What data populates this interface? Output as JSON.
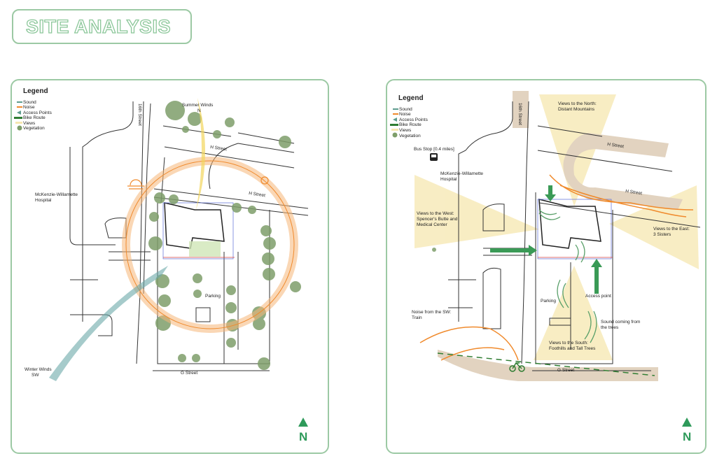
{
  "title": "SITE ANALYSIS",
  "legend": {
    "title": "Legend",
    "items": [
      "Sound",
      "Noise",
      "Access Points",
      "Bike Route",
      "Views",
      "Vegetation"
    ]
  },
  "colors": {
    "sound": "#5e9c8e",
    "noise": "#f08a2c",
    "access": "#3a9a56",
    "bike": "#2f7d32",
    "views": "#f6e7b0",
    "vegetation": "#7e9e6a",
    "street_fill": "#e2d3c0",
    "accent": "#9cc9a4"
  },
  "left_map": {
    "streets": {
      "sixteenth": "16th Street",
      "h_street_1": "H Street",
      "h_street_2": "H Street",
      "g_street": "G Street"
    },
    "hospital": [
      "McKenzie-Willamette",
      "Hospital"
    ],
    "summer_winds": [
      "Summer Winds",
      "N"
    ],
    "winter_winds": [
      "Winter Winds",
      "SW"
    ],
    "parking": "Parking",
    "north": "N"
  },
  "right_map": {
    "streets": {
      "sixteenth": "16th Street",
      "h_street_1": "H Street",
      "h_street_2": "H Street",
      "g_street": "G Street"
    },
    "bus_stop": "Bus Stop [0.4 miles]",
    "hospital": [
      "McKenzie-Willamette",
      "Hospital"
    ],
    "views_north": [
      "Views to the North:",
      "Distant Mountains"
    ],
    "views_west": [
      "Views to the West:",
      "Spencer's Butte and",
      "Medical Center"
    ],
    "views_east": [
      "Views to the East:",
      "3 Sisters"
    ],
    "views_south": [
      "Views to the South:",
      "Foothills and Tall Trees"
    ],
    "noise_sw": [
      "Noise from the SW:",
      "Train"
    ],
    "sound_trees": [
      "Sound coming from",
      "the trees"
    ],
    "access_point": "Access point",
    "parking": "Parking",
    "north": "N"
  }
}
